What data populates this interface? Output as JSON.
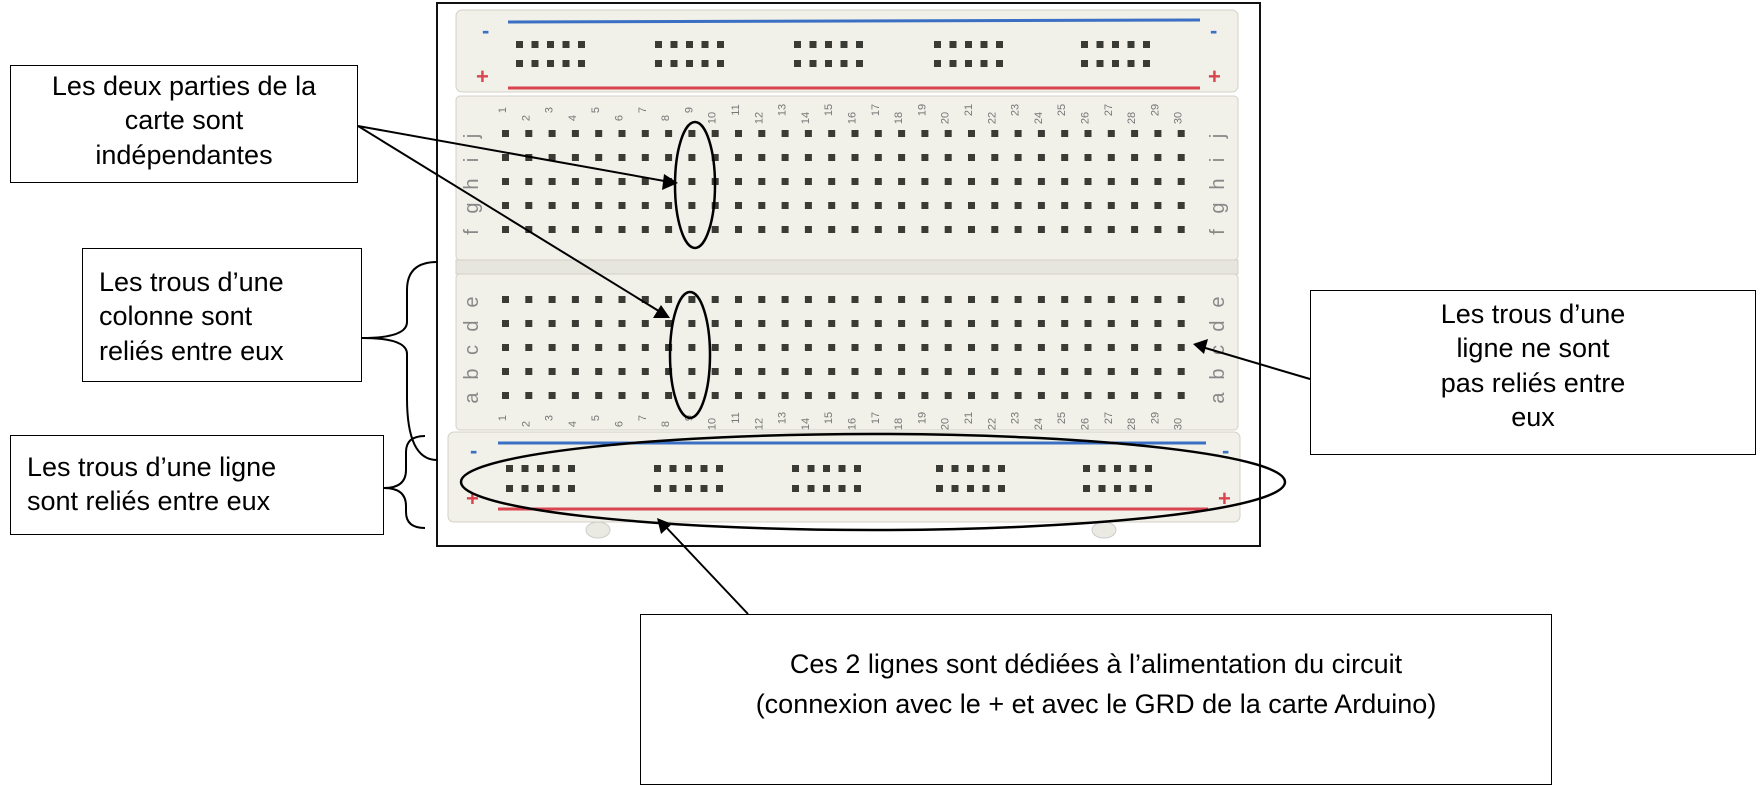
{
  "annotations": {
    "parts": {
      "lines": [
        "Les deux parties de la",
        "carte sont",
        "indépendantes"
      ]
    },
    "column": {
      "lines": [
        "Les trous d’une",
        "colonne sont",
        "reliés entre eux"
      ]
    },
    "power_row": {
      "lines": [
        "Les trous d’une ligne",
        "sont reliés entre eux"
      ]
    },
    "row": {
      "lines": [
        "Les trous d’une",
        "ligne ne sont",
        "pas reliés entre",
        "eux"
      ]
    },
    "power": {
      "lines": [
        "Ces 2 lignes sont dédiées à l’alimentation du circuit",
        "(connexion avec le + et avec le GRD de la carte Arduino)"
      ]
    }
  },
  "breadboard": {
    "columns": 30,
    "top_letters": [
      "f",
      "g",
      "h",
      "i",
      "j"
    ],
    "bottom_letters": [
      "a",
      "b",
      "c",
      "d",
      "e"
    ],
    "rail_minus": "-",
    "rail_plus": "+",
    "colors": {
      "blue_line": "#3a6fc4",
      "red_line": "#d8454f",
      "board": "#f1f0e9",
      "hole": "#3b3b36"
    }
  }
}
